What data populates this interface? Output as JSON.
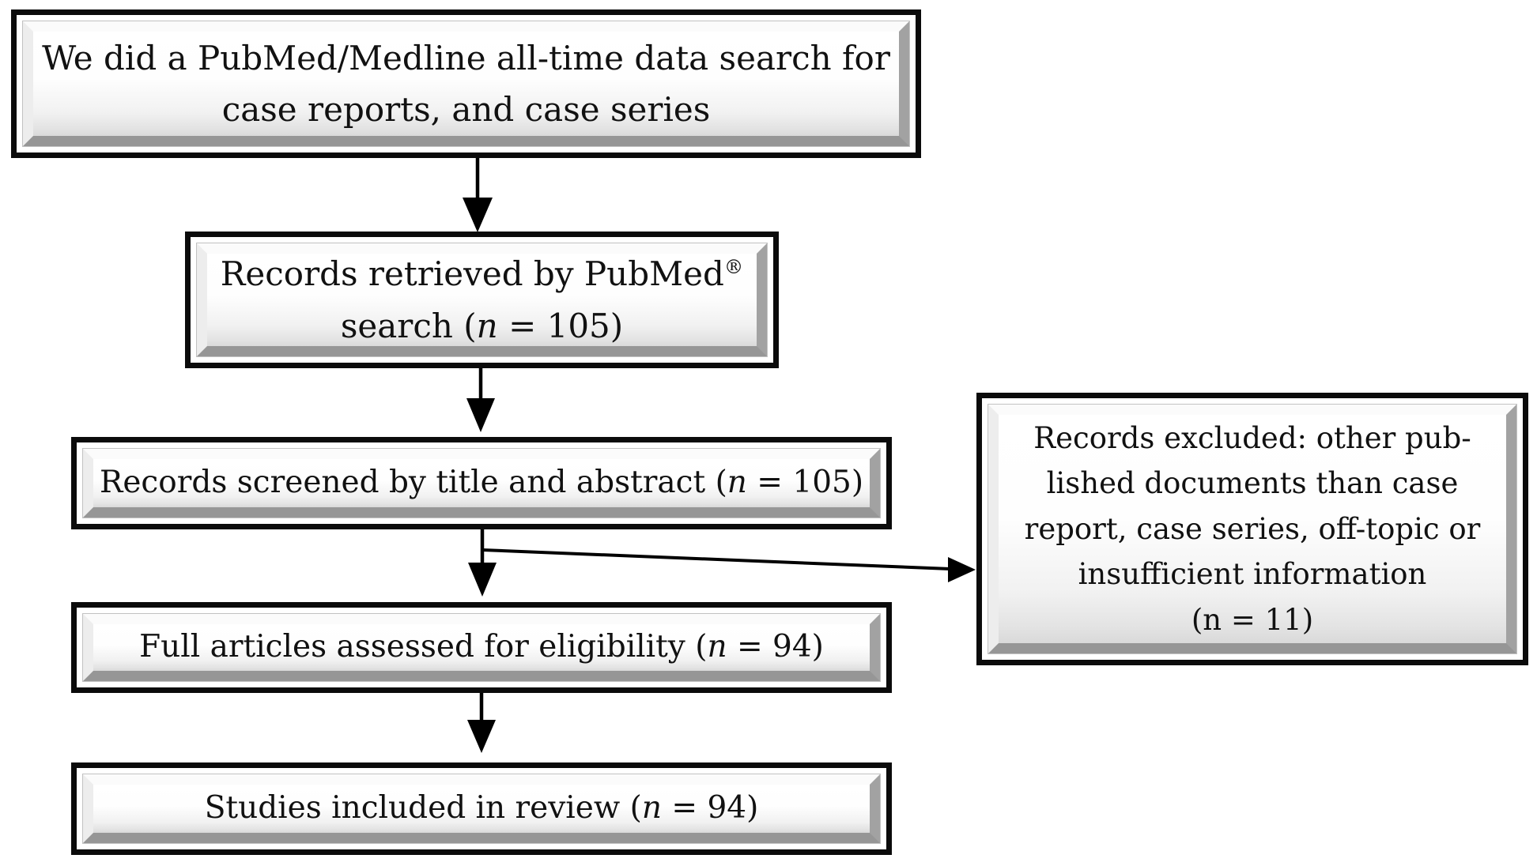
{
  "diagram": {
    "title": "PubMed/Medline search flow diagram",
    "colors": {
      "background": "#ffffff",
      "box_border": "#0b0b0b",
      "text": "#111111",
      "arrow": "#000000",
      "bevel_highlight": "#fbfbfb",
      "bevel_shadow": "#969696"
    },
    "boxes": [
      {
        "id": "search-statement",
        "lines": [
          [
            {
              "t": "We did a PubMed/Medline all-time data search for"
            }
          ],
          [
            {
              "t": "case reports, and case series"
            }
          ]
        ]
      },
      {
        "id": "records-retrieved",
        "lines": [
          [
            {
              "t": "Records retrieved by PubMed"
            },
            {
              "t": "®",
              "sup": true
            }
          ],
          [
            {
              "t": "search ("
            },
            {
              "t": "n",
              "italic": true
            },
            {
              "t": " = 105)"
            }
          ]
        ]
      },
      {
        "id": "records-screened",
        "lines": [
          [
            {
              "t": "Records screened by title and abstract ("
            },
            {
              "t": "n",
              "italic": true
            },
            {
              "t": " = 105)"
            }
          ]
        ]
      },
      {
        "id": "full-articles-assessed",
        "lines": [
          [
            {
              "t": "Full articles assessed for eligibility ("
            },
            {
              "t": "n",
              "italic": true
            },
            {
              "t": " = 94)"
            }
          ]
        ]
      },
      {
        "id": "studies-included",
        "lines": [
          [
            {
              "t": "Studies included in review ("
            },
            {
              "t": "n",
              "italic": true
            },
            {
              "t": " = 94)"
            }
          ]
        ]
      },
      {
        "id": "records-excluded",
        "lines": [
          [
            {
              "t": "Records excluded: other pub-"
            }
          ],
          [
            {
              "t": "lished documents than case"
            }
          ],
          [
            {
              "t": "report, case series, off-topic or"
            }
          ],
          [
            {
              "t": "insufficient information"
            }
          ],
          [
            {
              "t": "(n = 11)"
            }
          ]
        ]
      }
    ],
    "connections": [
      {
        "from": "search-statement",
        "to": "records-retrieved"
      },
      {
        "from": "records-retrieved",
        "to": "records-screened"
      },
      {
        "from": "records-screened",
        "to": "full-articles-assessed"
      },
      {
        "from": "records-screened",
        "to": "records-excluded"
      },
      {
        "from": "full-articles-assessed",
        "to": "studies-included"
      }
    ]
  }
}
